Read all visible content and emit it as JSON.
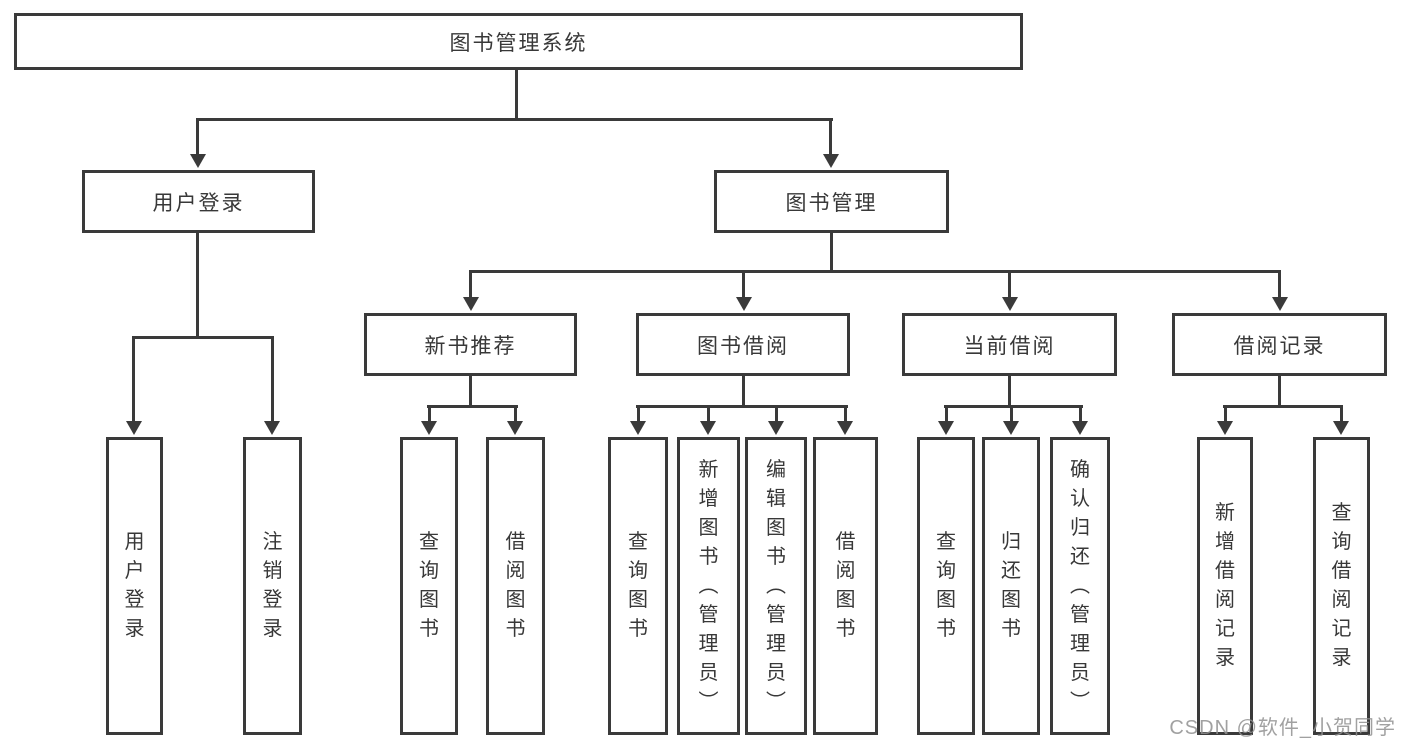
{
  "diagram_title": "图书管理系统",
  "watermark": "CSDN @软件_小贺同学",
  "colors": {
    "line": "#3a3a3a",
    "text": "#383838",
    "watermark": "#919191",
    "background": "#ffffff"
  },
  "nodes": {
    "root": "图书管理系统",
    "branches": [
      {
        "label": "用户登录",
        "leaves": [
          "用户登录",
          "注销登录"
        ]
      },
      {
        "label": "图书管理",
        "modules": [
          {
            "label": "新书推荐",
            "leaves": [
              "查询图书",
              "借阅图书"
            ]
          },
          {
            "label": "图书借阅",
            "leaves": [
              "查询图书",
              "新增图书（管理员）",
              "编辑图书（管理员）",
              "借阅图书"
            ]
          },
          {
            "label": "当前借阅",
            "leaves": [
              "查询图书",
              "归还图书",
              "确认归还（管理员）"
            ]
          },
          {
            "label": "借阅记录",
            "leaves": [
              "新增借阅记录",
              "查询借阅记录"
            ]
          }
        ]
      }
    ]
  }
}
